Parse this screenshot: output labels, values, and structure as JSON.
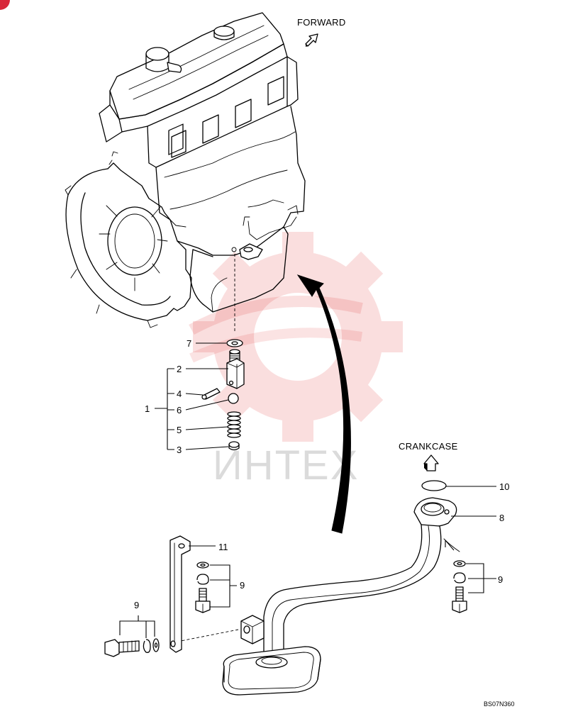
{
  "labels": {
    "forward": "FORWARD",
    "crankcase": "CRANKCASE",
    "figure_code": "BS07N360",
    "watermark": "ИНТЕХ"
  },
  "callouts": {
    "c1": "1",
    "c2": "2",
    "c3": "3",
    "c4": "4",
    "c5": "5",
    "c6": "6",
    "c7": "7",
    "c8": "8",
    "c9a": "9",
    "c9b": "9",
    "c9c": "9",
    "c10": "10",
    "c11": "11"
  },
  "colors": {
    "line": "#000000",
    "watermark": "#e23b3b",
    "background": "#ffffff"
  },
  "icons": [
    "forward-arrow-icon",
    "crankcase-arrow-icon",
    "watermark-gear-logo"
  ]
}
